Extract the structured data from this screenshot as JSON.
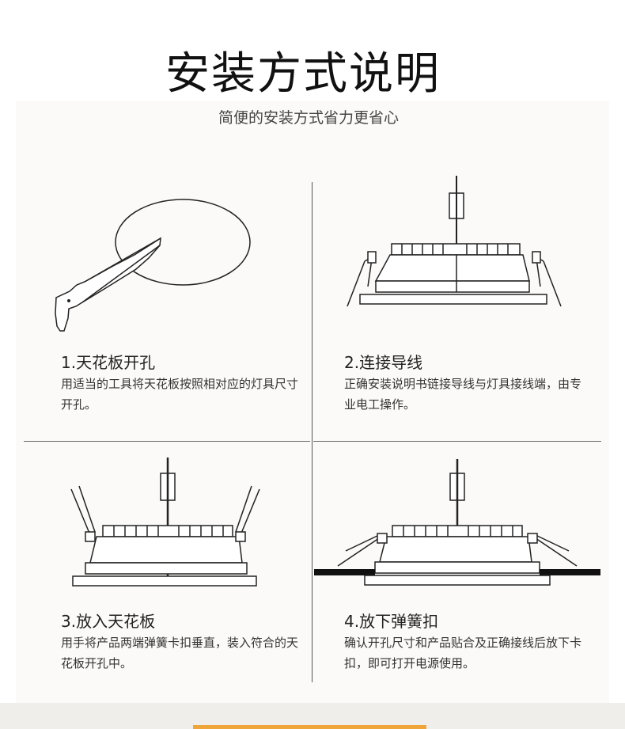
{
  "header": {
    "title": "安装方式说明",
    "subtitle": "简便的安装方式省力更省心"
  },
  "steps": [
    {
      "title": "1.天花板开孔",
      "desc": "用适当的工具将天花板按照相对应的灯具尺寸开孔。"
    },
    {
      "title": "2.连接导线",
      "desc": "正确安装说明书链接导线与灯具接线端，由专业电工操作。"
    },
    {
      "title": "3.放入天花板",
      "desc": "用手将产品两端弹簧卡扣垂直，装入符合的天花板开孔中。"
    },
    {
      "title": "4.放下弹簧扣",
      "desc": "确认开孔尺寸和产品贴合及正确接线后放下卡扣，即可打开电源使用。"
    }
  ],
  "icons": [
    "saw-cutting-hole-icon",
    "panel-light-wiring-icon",
    "panel-light-insert-icon",
    "panel-light-clips-down-icon"
  ],
  "colors": {
    "accent": "#f0a53a",
    "panel_bg": "#fbfaf8",
    "footer_bg": "#f0eeea"
  }
}
